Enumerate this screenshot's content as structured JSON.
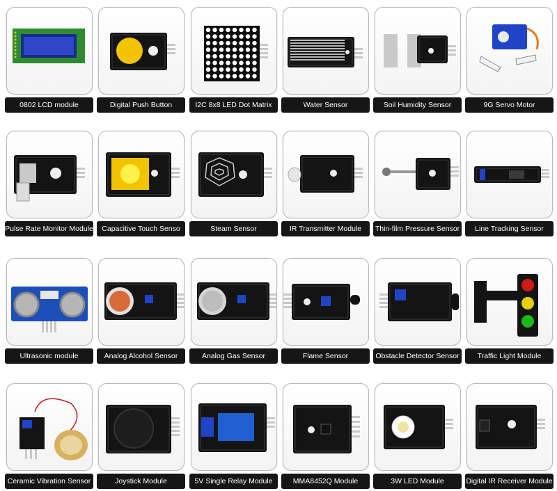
{
  "rows": [
    [
      "0802 LCD module",
      "Digital Push Button",
      "I2C 8x8 LED Dot Matrix",
      "Water  Sensor",
      "Soil Humidity Sensor",
      "9G Servo Motor"
    ],
    [
      "Pulse Rate Monitor Module",
      "Capacitive Touch Senso",
      "Steam Sensor",
      "IR Transmitter Module",
      "Thin-film Pressure Sensor",
      "Line Tracking Sensor"
    ],
    [
      "Ultrasonic module",
      "Analog Alcohol Sensor",
      "Analog Gas Sensor",
      "Flame Sensor",
      "Obstacle Detector Sensor",
      "Traffic Light Module"
    ],
    [
      "Ceramic Vibration Sensor",
      "Joystick Module",
      "5V Single Relay Module",
      "MMA8452Q Module",
      "3W LED Module",
      "Digital IR Receiver Module"
    ]
  ],
  "colors": {
    "label_bg": "#161616",
    "label_text": "#ffffff",
    "board": "#141414",
    "accent": "#f2c400"
  }
}
